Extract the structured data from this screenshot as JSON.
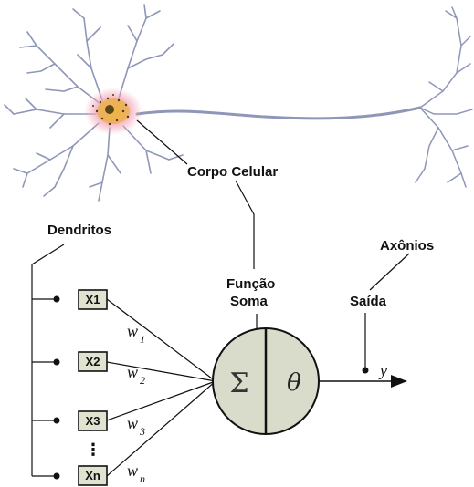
{
  "labels": {
    "cell_body": "Corpo Celular",
    "dendrites": "Dendritos",
    "axons": "Axônios",
    "sum_function_line1": "Função",
    "sum_function_line2": "Soma",
    "output": "Saída"
  },
  "inputs": [
    {
      "label": "X1",
      "weight": "w",
      "weight_sub": "1"
    },
    {
      "label": "X2",
      "weight": "w",
      "weight_sub": "2"
    },
    {
      "label": "X3",
      "weight": "w",
      "weight_sub": "3"
    },
    {
      "label": "Xn",
      "weight": "w",
      "weight_sub": "n"
    }
  ],
  "ellipsis": "⋮",
  "neuron": {
    "sum_symbol": "Σ",
    "activation_symbol": "θ",
    "output_symbol": "y"
  },
  "colors": {
    "box_fill": "#dfe3cf",
    "neuron_fill": "#d9dccb",
    "dendrite_stroke": "#8f97b8",
    "soma_glow": "#f2a0b4",
    "soma_core": "#e8b020",
    "line": "#111111"
  }
}
